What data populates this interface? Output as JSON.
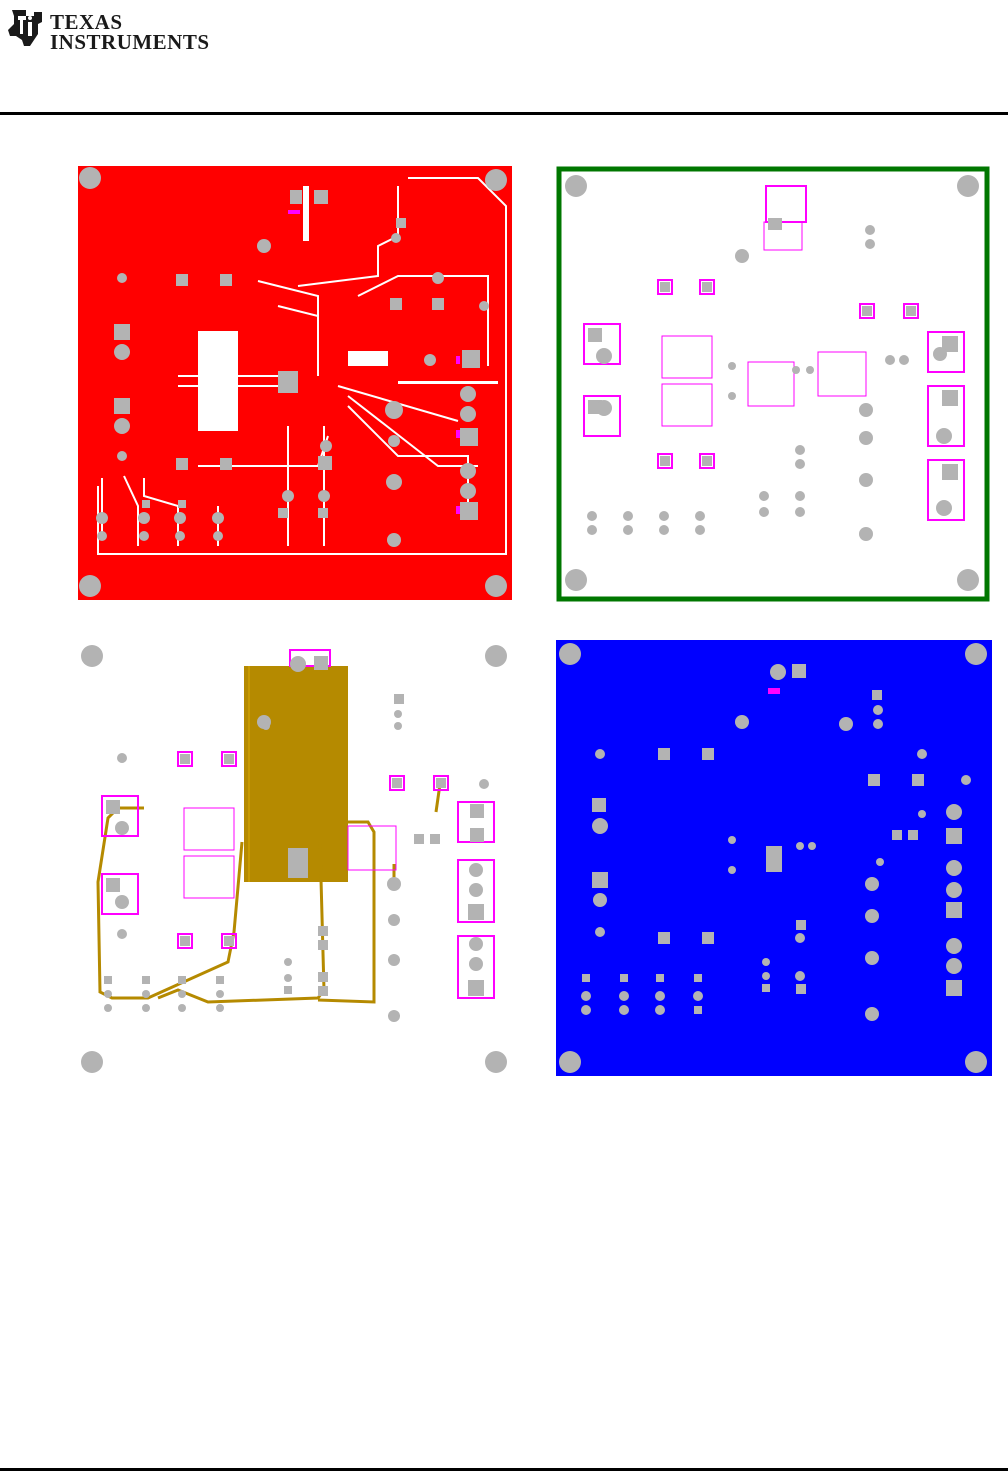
{
  "header": {
    "company_line1": "Texas",
    "company_line2": "Instruments"
  },
  "colors": {
    "top_layer": "#ff0000",
    "inner_layer_green_outline": "#007700",
    "inner_layer_copper": "#b58a00",
    "bottom_layer": "#0000ff",
    "pad_gray": "#b3b3b3",
    "silkscreen_magenta": "#ff00ff"
  },
  "panels": [
    {
      "name": "top-layer-panel",
      "layer": "top"
    },
    {
      "name": "inner-layer-1-panel",
      "layer": "inner1"
    },
    {
      "name": "inner-layer-2-panel",
      "layer": "inner2"
    },
    {
      "name": "bottom-layer-panel",
      "layer": "bottom"
    }
  ],
  "icons": [
    "ti-logo-icon"
  ]
}
